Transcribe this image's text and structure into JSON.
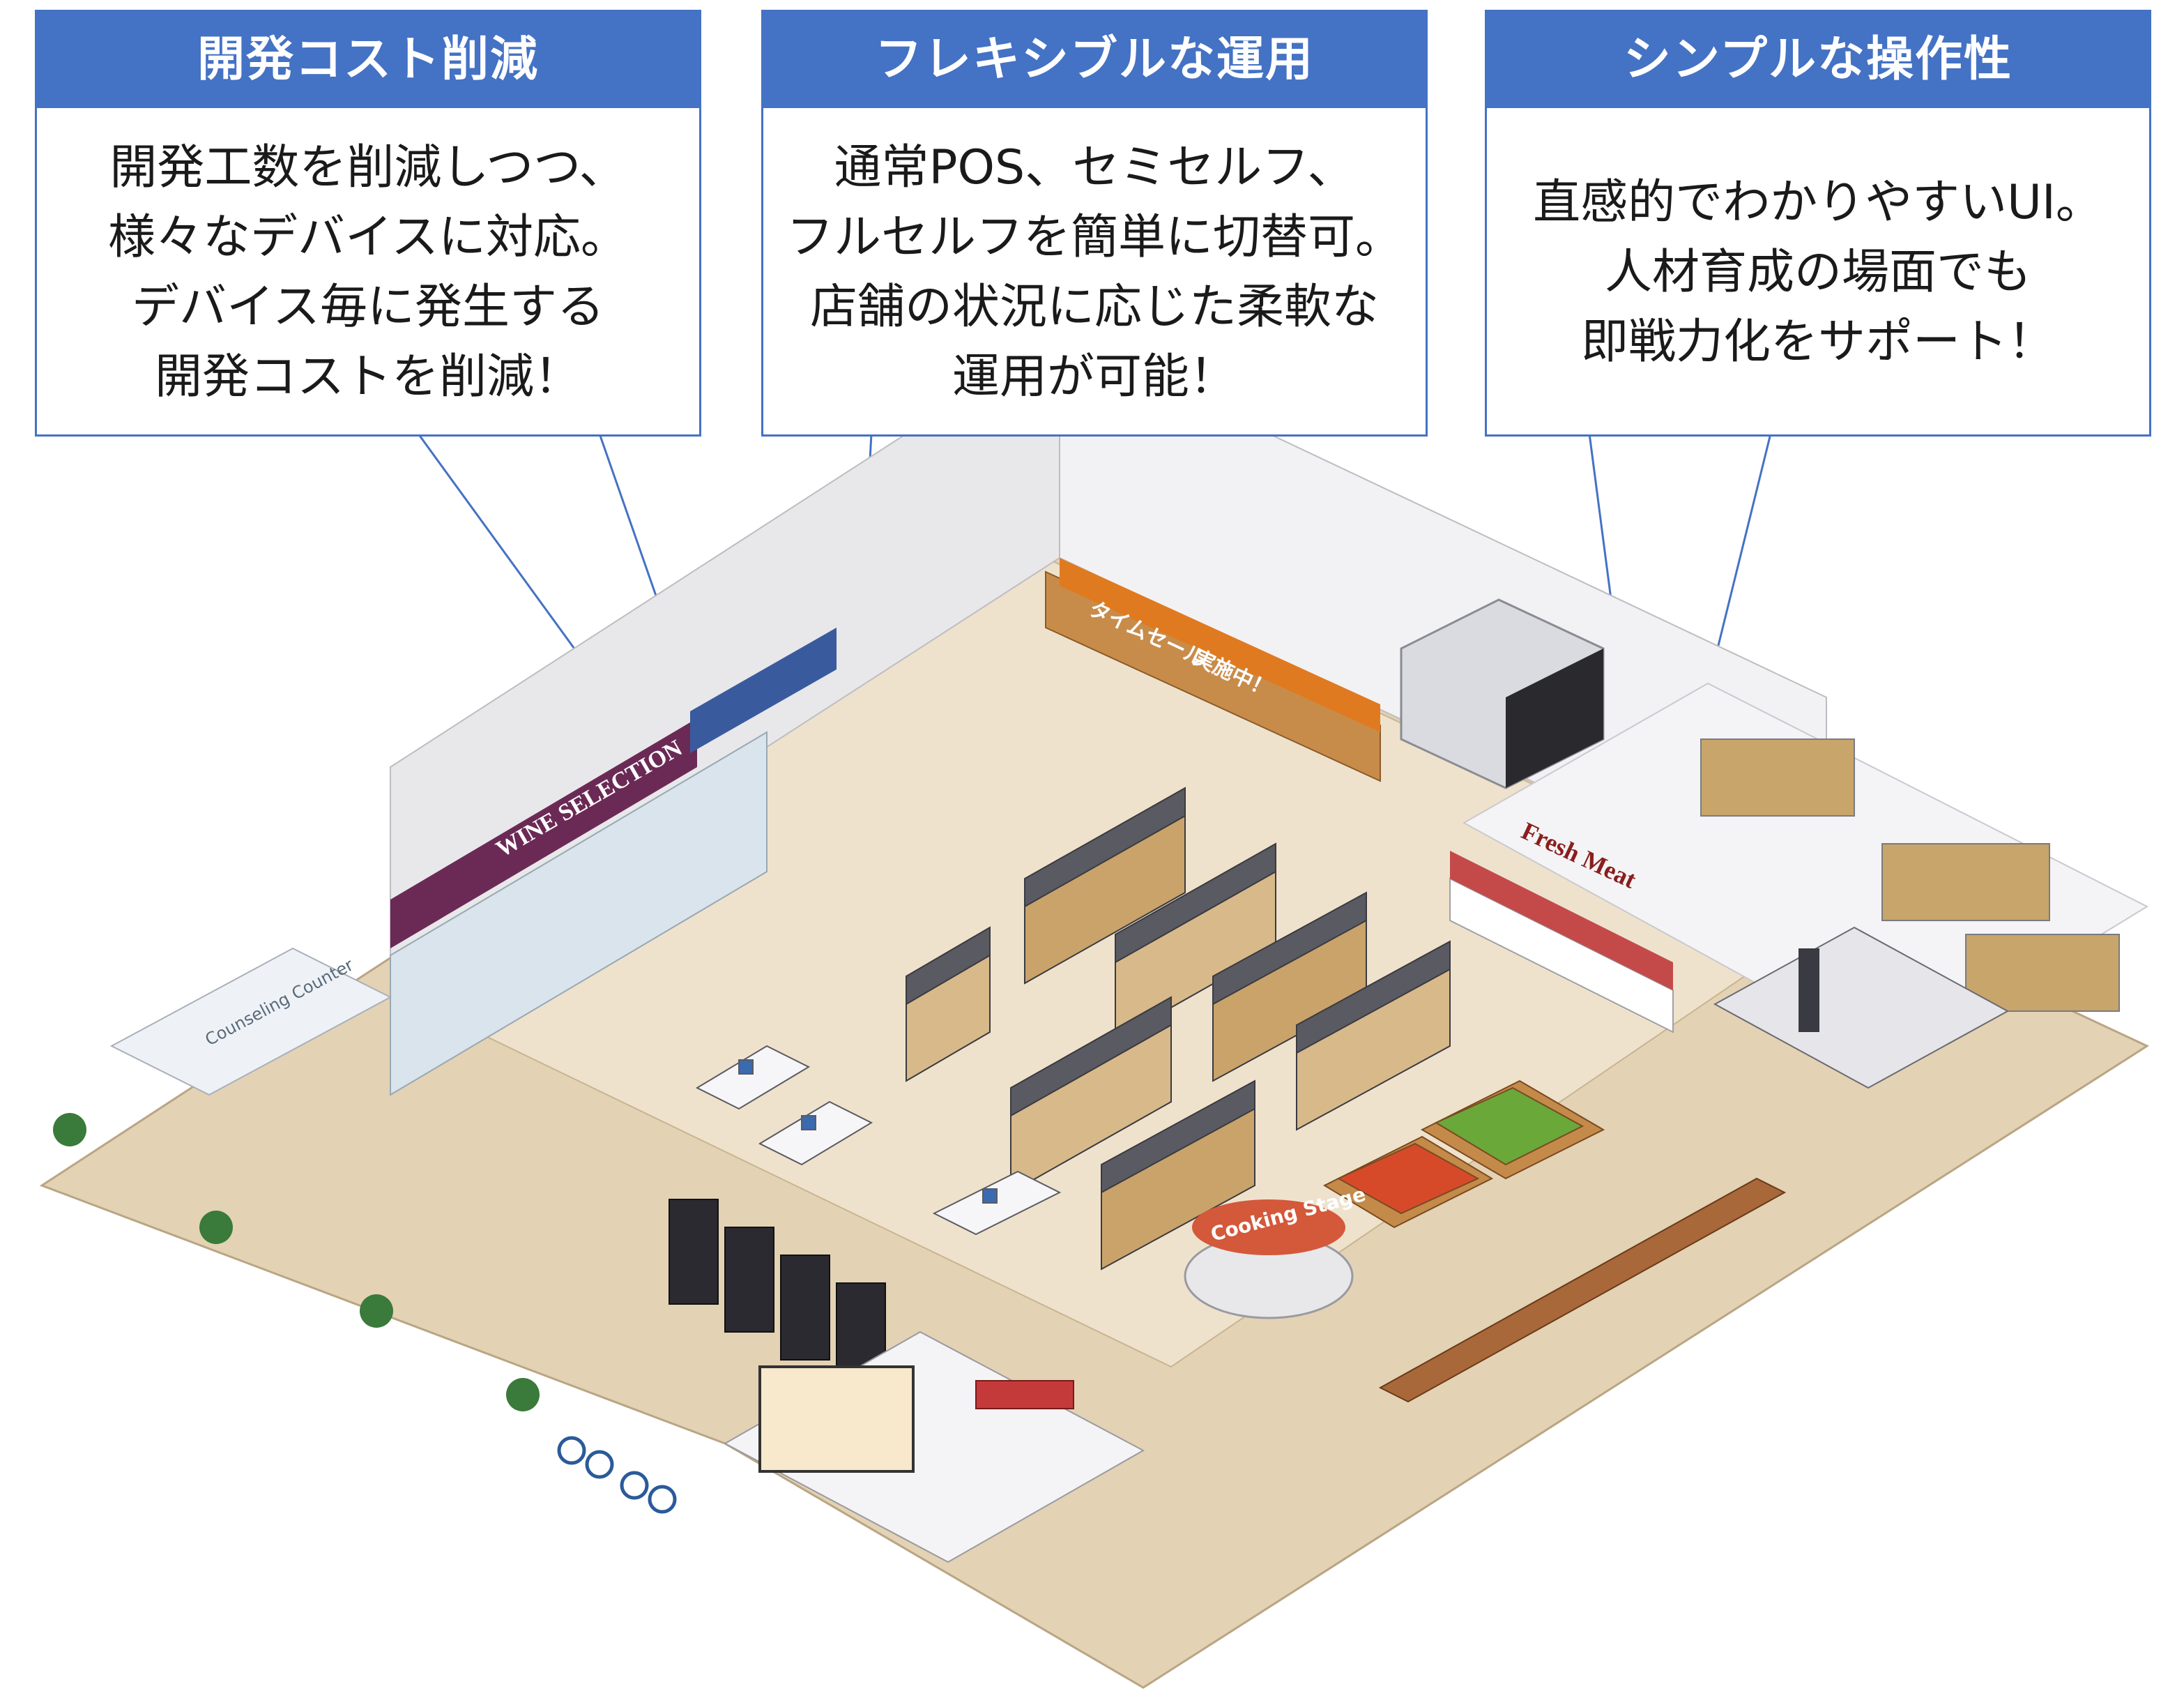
{
  "callouts": [
    {
      "title": "開発コスト削減",
      "lines": [
        "開発工数を削減しつつ、",
        "様々なデバイスに対応。",
        "デバイス毎に発生する",
        "開発コストを削減！"
      ]
    },
    {
      "title": "フレキシブルな運用",
      "lines": [
        "通常POS、セミセルフ、",
        "フルセルフを簡単に切替可。",
        "店舗の状況に応じた柔軟な",
        "運用が可能！"
      ]
    },
    {
      "title": "シンプルな操作性",
      "lines": [
        "直感的でわかりやすいUI。",
        "人材育成の場面でも",
        "即戦力化をサポート！"
      ]
    }
  ],
  "store_signs": {
    "wine": "WINE SELECTION",
    "counseling": "Counseling Counter",
    "meat": "Fresh Meat",
    "cooking": "Cooking Stage",
    "timesale": "タイムセール",
    "jikkyou": "実施中！"
  },
  "colors": {
    "accent": "#4472c4",
    "floor": "#efe2cc",
    "wall": "#e8e8ea"
  }
}
